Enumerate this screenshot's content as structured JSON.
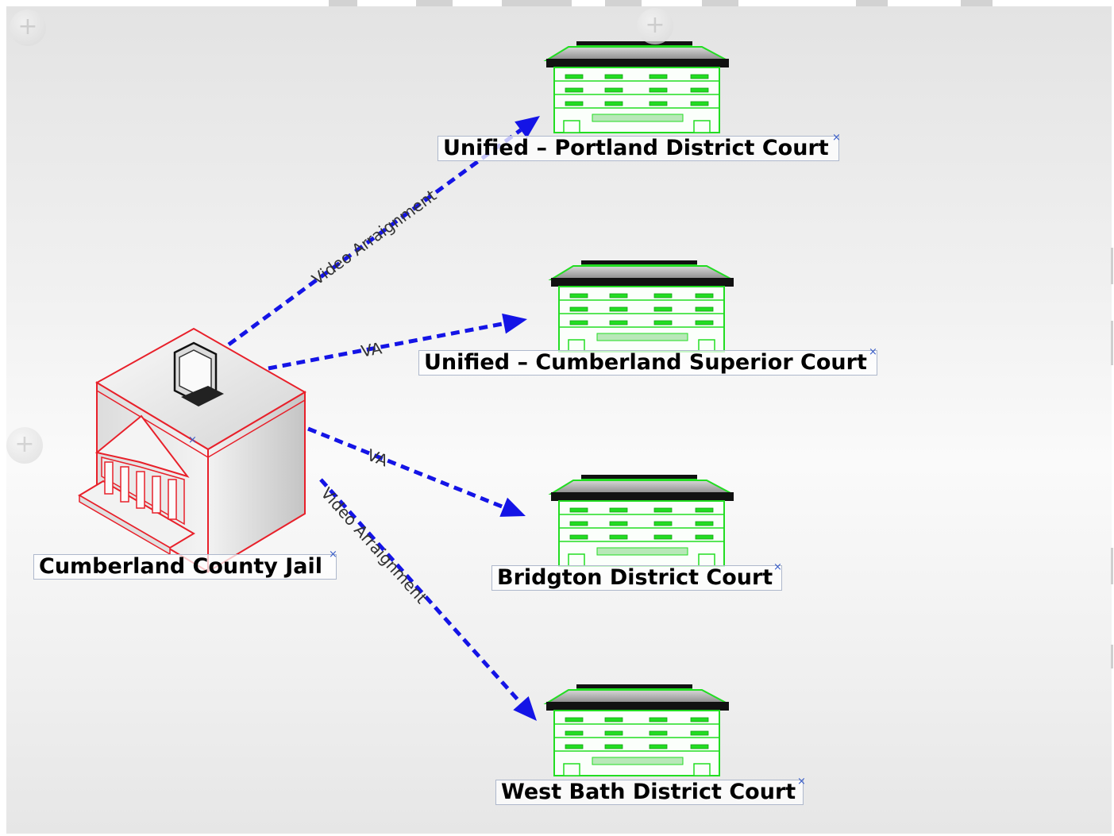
{
  "diagram": {
    "source": {
      "label": "Cumberland County Jail",
      "icon": "jail-building-with-monitor-icon",
      "color": "#e8202a"
    },
    "targets": [
      {
        "label": "Unified – Portland District Court",
        "icon": "courthouse-building-icon"
      },
      {
        "label": "Unified – Cumberland Superior Court",
        "icon": "courthouse-building-icon"
      },
      {
        "label": "Bridgton District Court",
        "icon": "courthouse-building-icon"
      },
      {
        "label": "West Bath District Court",
        "icon": "courthouse-building-icon"
      }
    ],
    "connections": [
      {
        "from": "Cumberland County Jail",
        "to": "Unified – Portland District Court",
        "label": "Video Arraignment"
      },
      {
        "from": "Cumberland County Jail",
        "to": "Unified – Cumberland Superior Court",
        "label": "VA"
      },
      {
        "from": "Cumberland County Jail",
        "to": "Bridgton District Court",
        "label": "VA"
      },
      {
        "from": "Cumberland County Jail",
        "to": "West Bath District Court",
        "label": "Video Arraignment"
      }
    ],
    "colors": {
      "connector": "#1414e6",
      "courthouse": "#22dd22",
      "jail": "#e8202a",
      "label_border": "#aeb8cc"
    },
    "remove_mark": "×",
    "add_icon": "+"
  }
}
